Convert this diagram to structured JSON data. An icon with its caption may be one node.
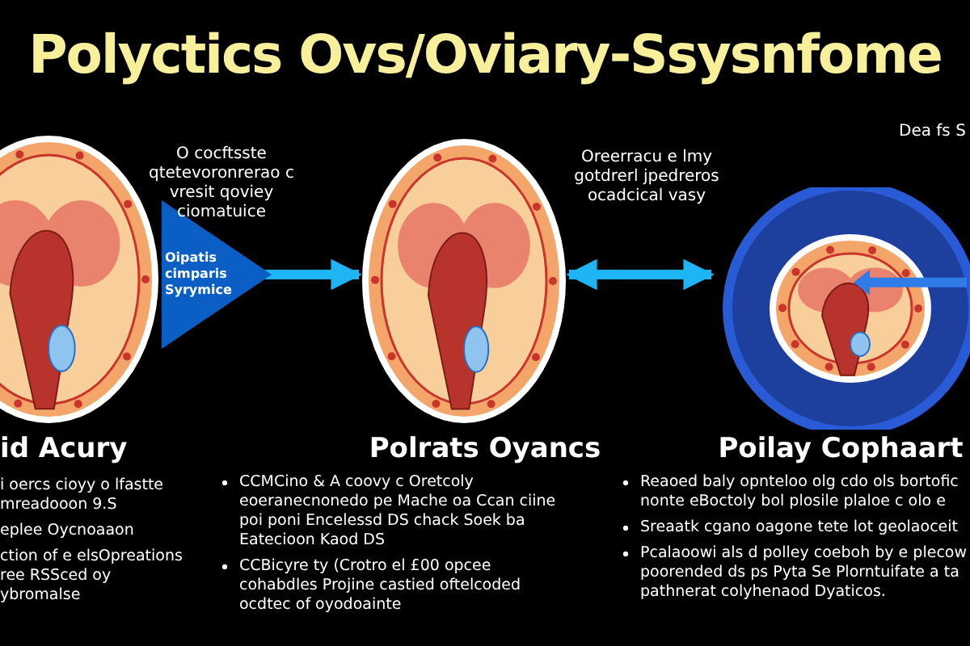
{
  "diagram": {
    "title": "Polyctics Ovs/Oviary-Ssysnfome",
    "nodes": [
      {
        "text": [],
        "shape": "picture",
        "beside": [
          "id Acury",
          "i oercs cioyy o lfastte mreadooon 9.S",
          "eplee Oycnoaaon",
          "ction of e elsOpreations ree RSSced oy ybromalse"
        ]
      },
      {
        "text": [],
        "shape": "picture",
        "beside": [
          "Polrats Oyancs",
          "CCMCino & A coovy c Oretcoly eoeranecnonedo pe Mache oa Ccan ciine poi poni Encelessd DS chack Soek ba Eatecioon Kaod DS",
          "CCBicyre ty (Crotro el £00 opcee cohabdles Projine castied oftelcoded ocdtec of oyodoainte"
        ]
      },
      {
        "text": [],
        "shape": "picture",
        "beside": [
          "Poilay Cophaart",
          "Reaoed baly opnteloo olg cdo ols bortofic nonte eBoctoly bol plosile plaloe c olo e",
          "Sreaatk cgano oagone tete lot geolaoceit",
          "Pcalaoowi als d polley coeboh by e plecow poorended ds ps Pyta Se Plorntuifate a ta pathnerat colyhenaod Dyaticos."
        ]
      }
    ],
    "edges": [
      {
        "from": 0,
        "to": 1,
        "arrow": "to",
        "label": "Oipatis cimparis Syrymice"
      },
      {
        "from": 1,
        "to": 2,
        "arrow": "both"
      }
    ],
    "labels": [
      "O cocftsste qtetevoronrerao c vresit qoviey ciomatuice",
      "Oreerracu e lmy gotdrerl jpedreros ocadcical vasy",
      "Dea fs S"
    ]
  }
}
